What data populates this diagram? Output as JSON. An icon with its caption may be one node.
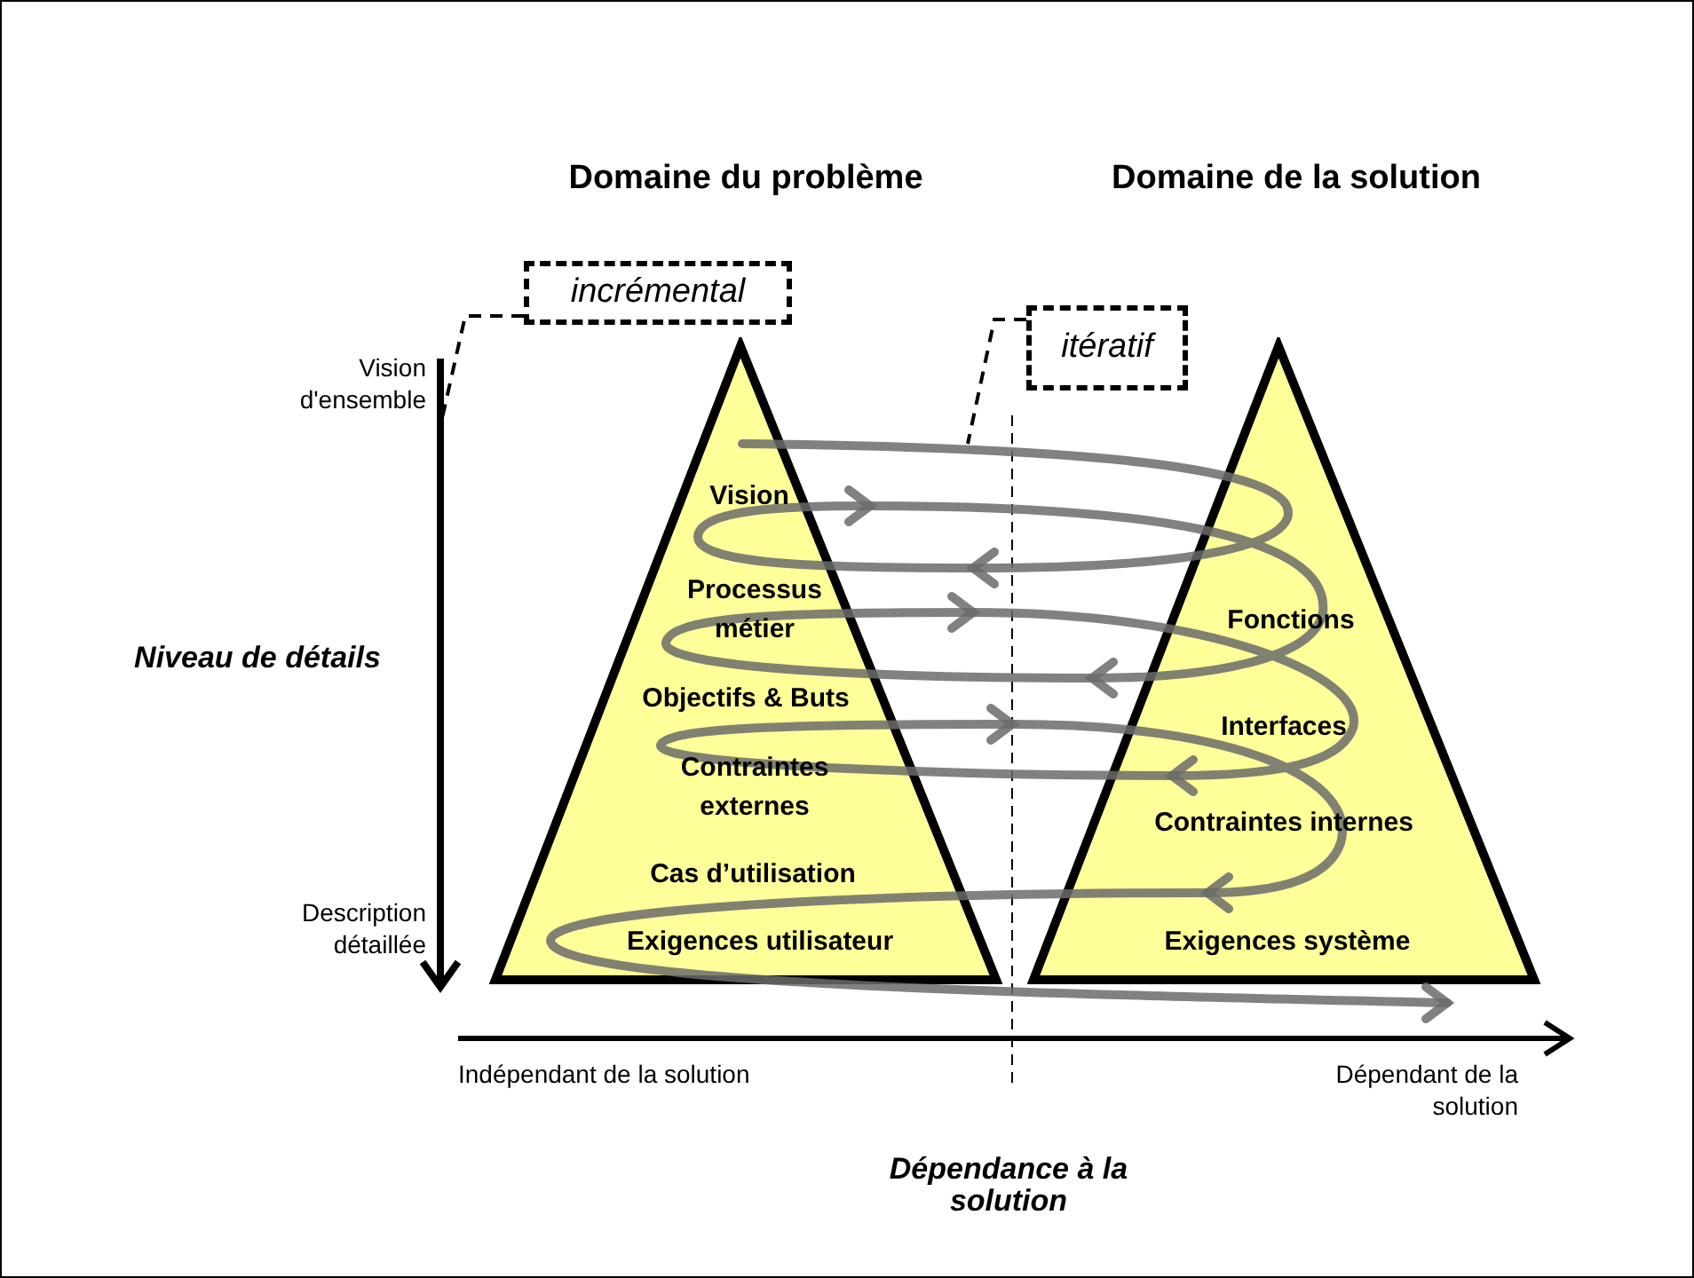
{
  "diagram": {
    "nodes": [
      {
        "text": [
          "Vision",
          "Processus métier",
          "Objectifs & Buts",
          "Contraintes externes",
          "Cas d’utilisation",
          "Exigences utilisateur"
        ]
      },
      {
        "text": [
          "Fonctions",
          "Interfaces",
          "Contraintes internes",
          "Exigences système"
        ]
      },
      {
        "text": [
          "incrémental"
        ]
      },
      {
        "text": [
          "itératif"
        ]
      }
    ],
    "edges": [
      {
        "from": 2,
        "to": null,
        "arrow": "none",
        "style": "dashed"
      },
      {
        "from": 3,
        "to": null,
        "arrow": "none",
        "style": "dashed"
      },
      {
        "from": 0,
        "to": 1,
        "arrow": "to",
        "style": "thick",
        "color": "#6b6b6b"
      }
    ],
    "labels": [
      "Domaine du problème",
      "Domaine de la solution",
      "Vision d'ensemble",
      "Niveau de détails",
      "Description détaillée",
      "Indépendant de la solution",
      "Dépendant de la solution",
      "Dépendance à la solution"
    ]
  }
}
